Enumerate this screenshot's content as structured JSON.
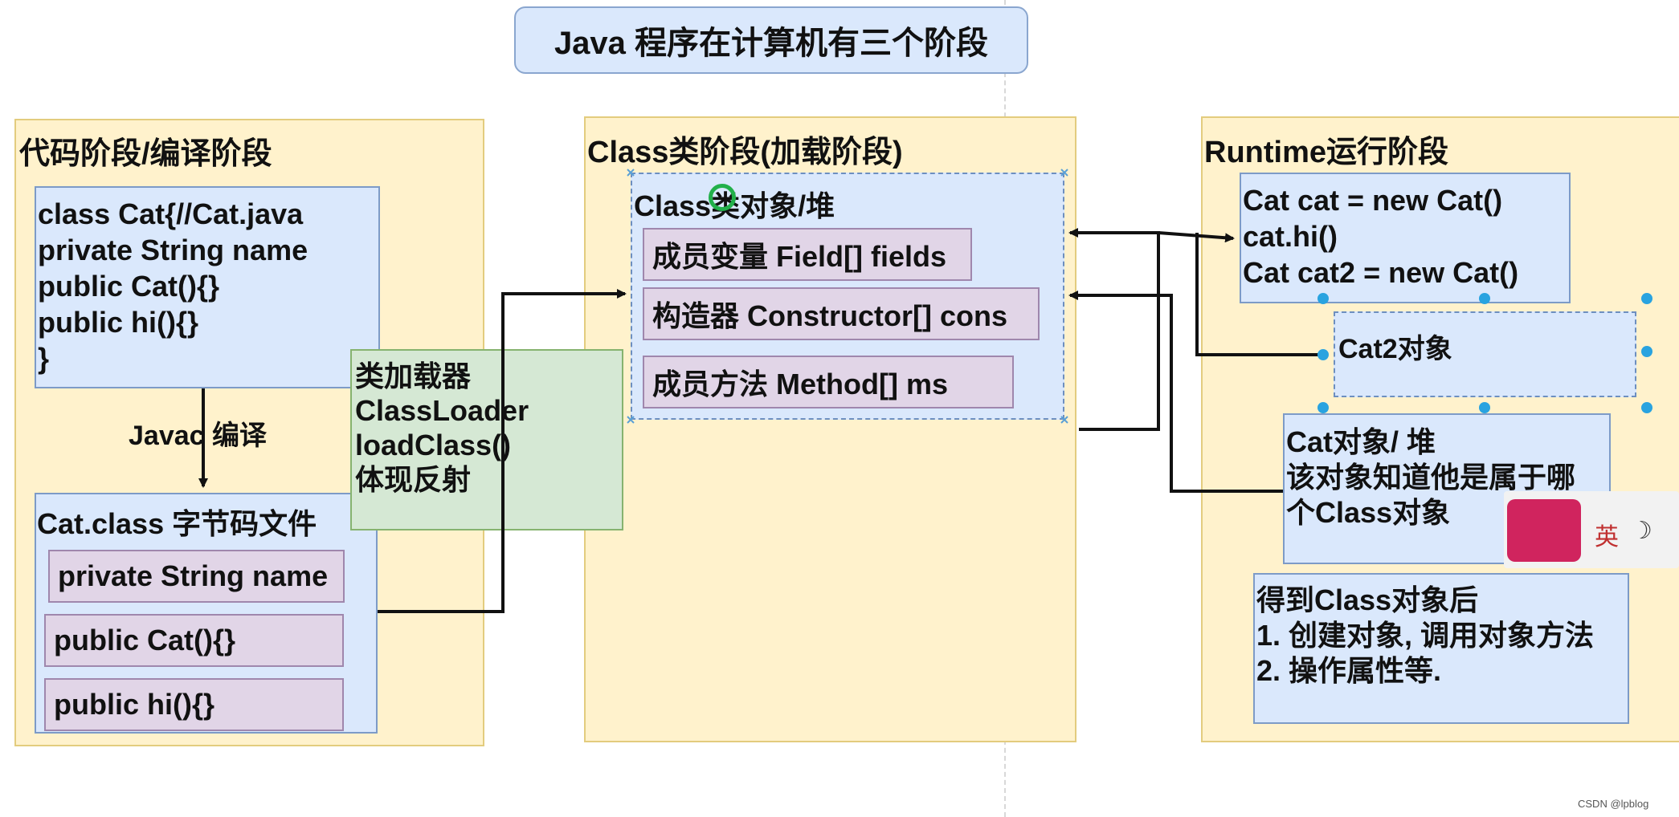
{
  "title": "Java 程序在计算机有三个阶段",
  "stage_code": {
    "label": "代码阶段/编译阶段",
    "source_lines": [
      "class Cat{//Cat.java",
      "private String name",
      "public Cat(){}",
      "public hi(){}",
      "}"
    ],
    "compile_label": "Javac 编译",
    "bytecode_title": "Cat.class 字节码文件",
    "bytecode_items": [
      "private String name",
      "public Cat(){}",
      "public hi(){}"
    ]
  },
  "classloader": {
    "lines": [
      "类加载器",
      "ClassLoader",
      "loadClass()",
      "体现反射"
    ]
  },
  "stage_class": {
    "label": "Class类阶段(加载阶段)",
    "heap_title": "Class类对象/堆",
    "members": [
      "成员变量 Field[] fields",
      "构造器 Constructor[] cons",
      "成员方法 Method[] ms"
    ]
  },
  "stage_runtime": {
    "label": "Runtime运行阶段",
    "code_lines": [
      "Cat cat = new Cat()",
      "cat.hi()",
      "Cat cat2 = new Cat()"
    ],
    "cat2_object": "Cat2对象",
    "cat_object_lines": [
      "Cat对象/ 堆",
      "该对象知道他是属于哪",
      "个Class对象"
    ],
    "result_lines": [
      "得到Class对象后",
      "1. 创建对象, 调用对象方法",
      "2. 操作属性等."
    ]
  },
  "ime": {
    "text": "英"
  },
  "watermark": "CSDN @lpblog",
  "colors": {
    "stage_fill": "#fff2cc",
    "blue_fill": "#dae8fc",
    "purple_fill": "#e1d5e7",
    "green_fill": "#d5e8d4",
    "selection_handle": "#29a3e0"
  }
}
